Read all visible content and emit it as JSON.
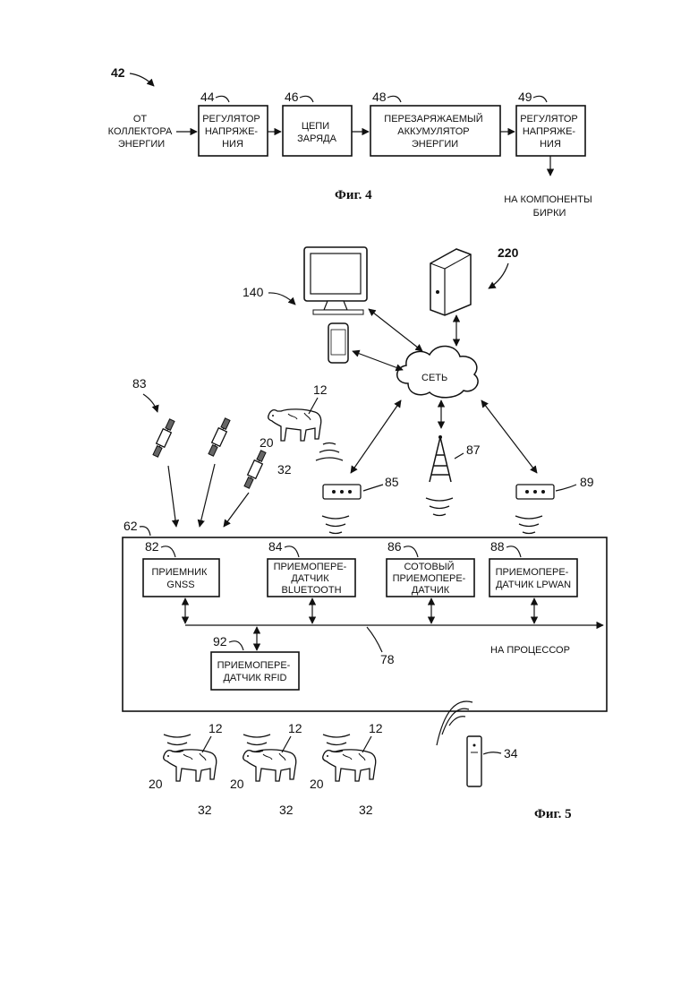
{
  "fig4": {
    "ref": "42",
    "source": [
      "ОТ",
      "КОЛЛЕКТОРА",
      "ЭНЕРГИИ"
    ],
    "blocks": [
      {
        "num": "44",
        "lines": [
          "РЕГУЛЯТОР",
          "НАПРЯЖЕ-",
          "НИЯ"
        ]
      },
      {
        "num": "46",
        "lines": [
          "ЦЕПИ",
          "ЗАРЯДА"
        ]
      },
      {
        "num": "48",
        "lines": [
          "ПЕРЕЗАРЯЖАЕМЫЙ",
          "АККУМУЛЯТОР",
          "ЭНЕРГИИ"
        ]
      },
      {
        "num": "49",
        "lines": [
          "РЕГУЛЯТОР",
          "НАПРЯЖЕ-",
          "НИЯ"
        ]
      }
    ],
    "output": [
      "НА КОМПОНЕНТЫ",
      "БИРКИ"
    ],
    "caption": "Фиг. 4"
  },
  "fig5": {
    "network": "СЕТЬ",
    "refs": {
      "computer": "140",
      "server": "220",
      "satellites": "83",
      "animal": "12",
      "tag": "20",
      "tag_b": "32",
      "gw_a": "85",
      "tower": "87",
      "gw_b": "89",
      "device": "62",
      "bus": "78",
      "reader": "34"
    },
    "modules": [
      {
        "num": "82",
        "lines": [
          "ПРИЕМНИК",
          "GNSS"
        ]
      },
      {
        "num": "84",
        "lines": [
          "ПРИЕМОПЕРЕ-",
          "ДАТЧИК",
          "BLUETOOTH"
        ]
      },
      {
        "num": "86",
        "lines": [
          "СОТОВЫЙ",
          "ПРИЕМОПЕРЕ-",
          "ДАТЧИК"
        ]
      },
      {
        "num": "88",
        "lines": [
          "ПРИЕМОПЕРЕ-",
          "ДАТЧИК LPWAN"
        ]
      },
      {
        "num": "92",
        "lines": [
          "ПРИЕМОПЕРЕ-",
          "ДАТЧИК RFID"
        ]
      }
    ],
    "processor": "НА ПРОЦЕССОР",
    "caption": "Фиг. 5"
  }
}
